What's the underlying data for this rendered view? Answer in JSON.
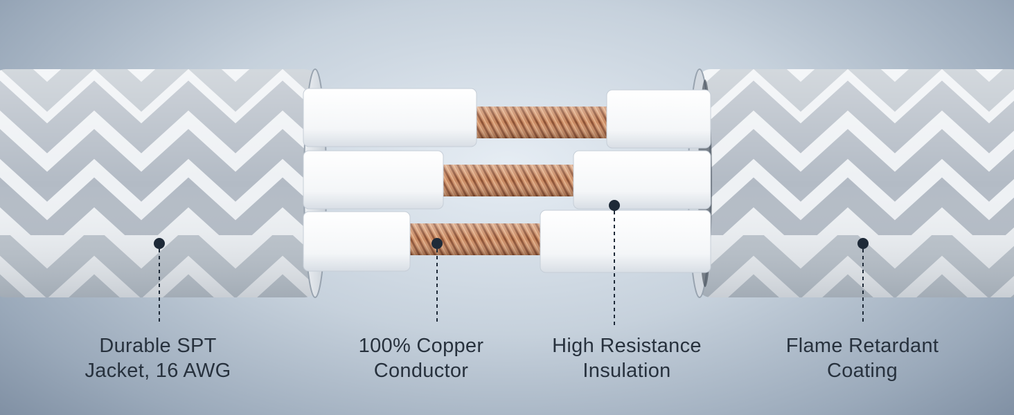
{
  "callouts": [
    {
      "id": "jacket",
      "line1": "Durable SPT",
      "line2": "Jacket, 16 AWG"
    },
    {
      "id": "conductor",
      "line1": "100% Copper",
      "line2": "Conductor"
    },
    {
      "id": "insulation",
      "line1": "High Resistance",
      "line2": "Insulation"
    },
    {
      "id": "coating",
      "line1": "Flame Retardant",
      "line2": "Coating"
    }
  ],
  "colors": {
    "braid_base": "#eef1f4",
    "braid_stripe": "#aeb6c0",
    "insulation": "#fbfcfd",
    "copper": "#c98a62",
    "copper_dark": "#8e5234",
    "marker": "#1e2a38",
    "text": "#27313d"
  },
  "icons": {
    "marker": "marker-dot-icon"
  }
}
